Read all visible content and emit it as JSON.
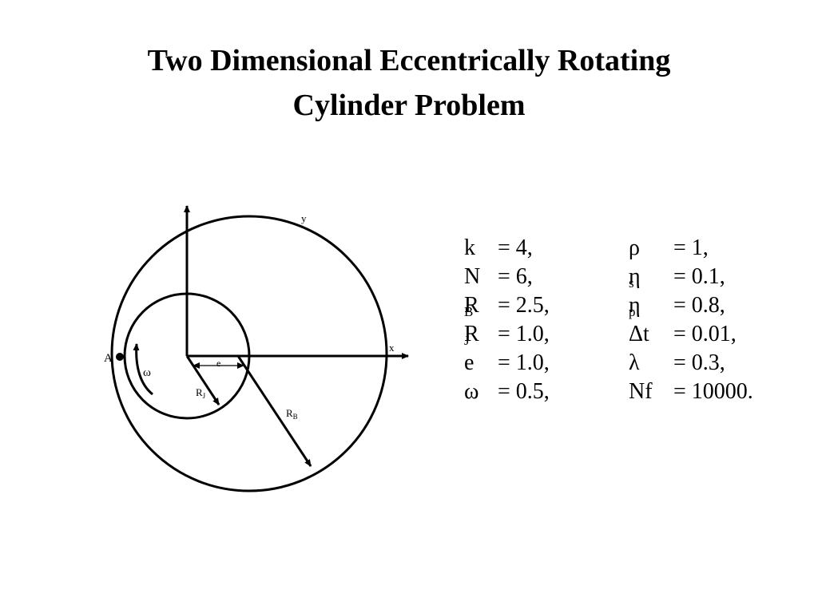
{
  "slide": {
    "title_line1": "Two Dimensional Eccentrically Rotating",
    "title_line2": "Cylinder Problem"
  },
  "diagram": {
    "axis_x_label": "x",
    "axis_y_label": "y",
    "point_label": "A",
    "omega_label": "ω",
    "e_label": "e",
    "rj_label": "R",
    "rj_sub": "J",
    "rb_label": "R",
    "rb_sub": "B"
  },
  "parameters": {
    "left": [
      {
        "symbol": "k",
        "sub": "",
        "value": "= 4,"
      },
      {
        "symbol": "N",
        "sub": "",
        "value": "= 6,"
      },
      {
        "symbol": "R",
        "sub": "B",
        "value": "= 2.5,"
      },
      {
        "symbol": "R",
        "sub": "J",
        "value": "= 1.0,"
      },
      {
        "symbol": "e",
        "sub": "",
        "value": "= 1.0,"
      },
      {
        "symbol": "ω",
        "sub": "",
        "value": "= 0.5,"
      }
    ],
    "right": [
      {
        "symbol": "ρ",
        "sub": "",
        "value": "= 1,"
      },
      {
        "symbol": "η",
        "sub": "s",
        "value": "= 0.1,"
      },
      {
        "symbol": "η",
        "sub": "p",
        "value": "= 0.8,"
      },
      {
        "symbol": "Δt",
        "sub": "",
        "value": "= 0.01,"
      },
      {
        "symbol": "λ",
        "sub": "",
        "value": "= 0.3,"
      },
      {
        "symbol": "Nf",
        "sub": "",
        "value": "= 10000."
      }
    ]
  }
}
